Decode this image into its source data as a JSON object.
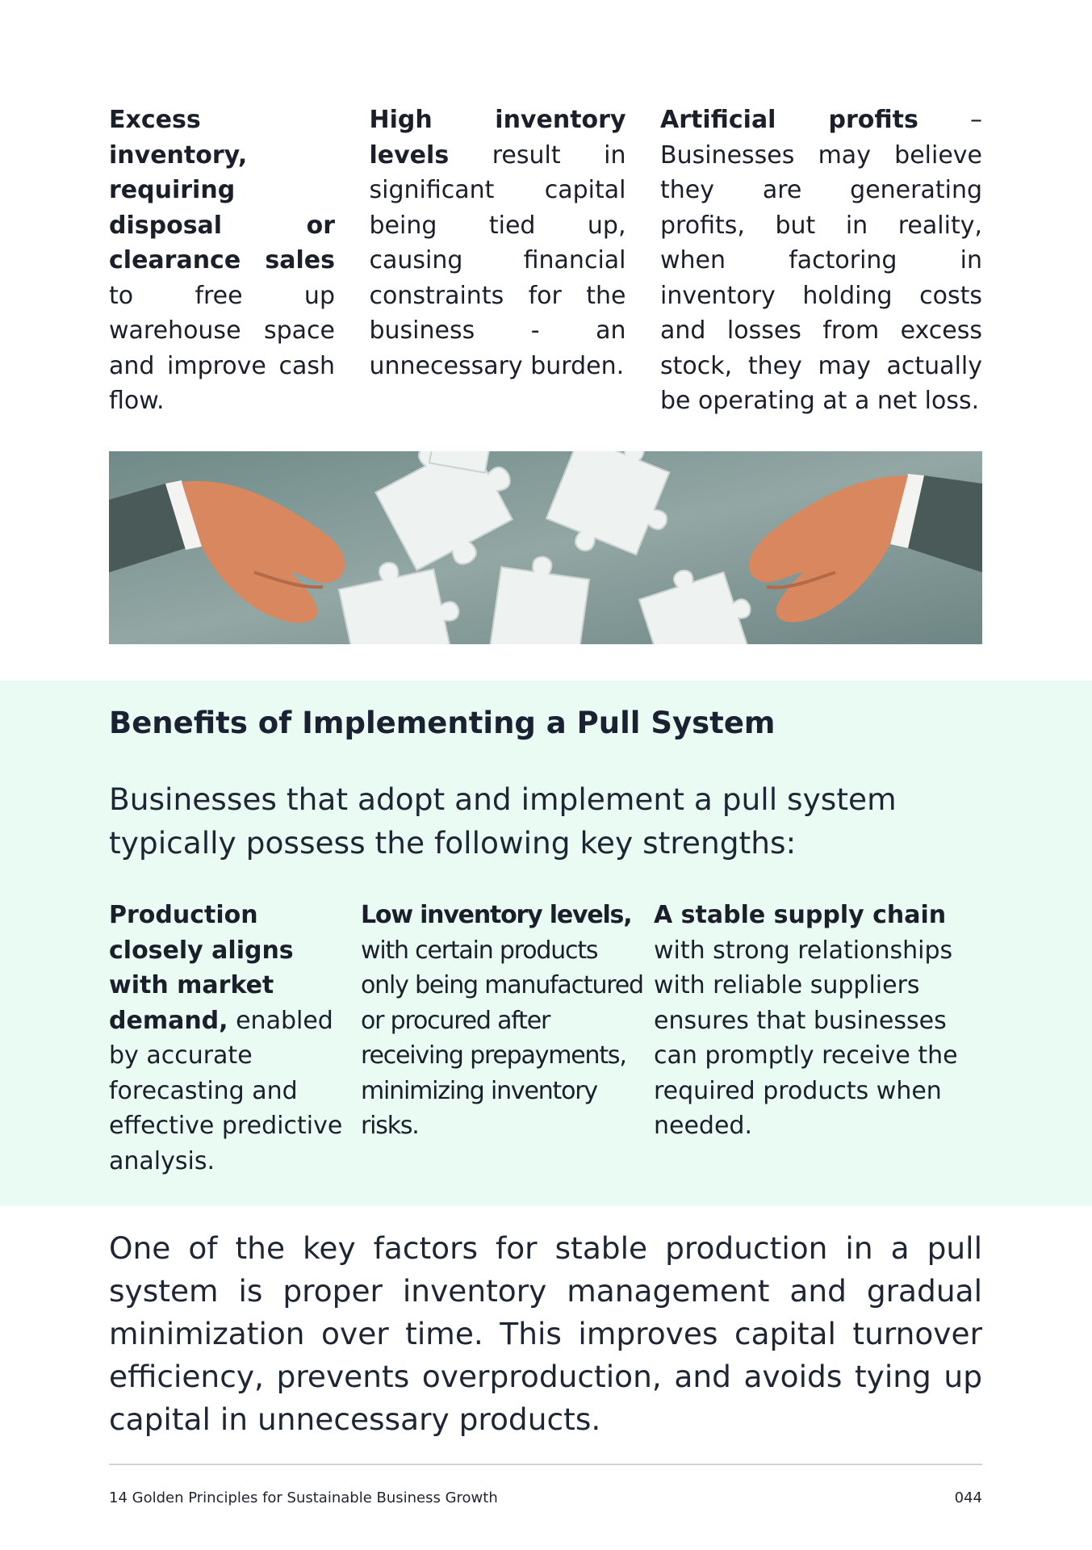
{
  "top_columns": [
    {
      "bold": "Excess inventory, requiring disposal or clearance sales",
      "text": " to free up warehouse space and improve cash flow."
    },
    {
      "bold": "High inventory levels",
      "text": " result in significant capital being tied up, causing financial constraints for the business - an unnecessary burden."
    },
    {
      "bold": "Artificial profits",
      "text": " – Businesses may believe they are generating profits, but in reality, when factoring in inventory holding costs and losses from excess stock, they may actually be operating at a net loss."
    }
  ],
  "banner_image": {
    "icon": "hands-puzzle-pieces-illustration",
    "colors": {
      "background": "#7f9794",
      "pieces": "#eef2f1",
      "skin": "#d9875f",
      "sleeve": "#4a5a58"
    }
  },
  "section": {
    "title": "Benefits of Implementing a Pull System",
    "intro": "Businesses that adopt and implement a pull system typically possess the following key strengths:",
    "background": "#e9fbf3"
  },
  "benefit_columns": [
    {
      "bold": "Production closely aligns with market demand,",
      "text": " enabled by accurate forecasting and effective predictive analysis."
    },
    {
      "bold": "Low inventory levels,",
      "text": " with certain products only being manufactured or procured after receiving prepayments, minimizing inventory risks."
    },
    {
      "bold": "A stable supply chain",
      "text": " with strong relationships with reliable suppliers ensures that businesses can promptly receive the required products when needed."
    }
  ],
  "closing": "One of the key factors for stable production in a pull system is proper inventory management and gradual minimization over time. This improves capital turnover efficiency, prevents overproduction, and avoids tying up capital in unnecessary products.",
  "footer": {
    "book_title": "14 Golden Principles for Sustainable Business Growth",
    "page_number": "044"
  }
}
